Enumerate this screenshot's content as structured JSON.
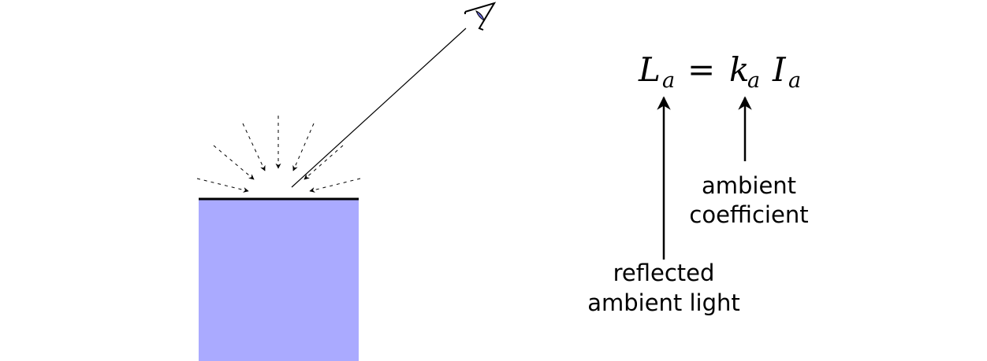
{
  "equation": {
    "lhs": "L",
    "lhs_sub": "a",
    "equals": "=",
    "coef": "k",
    "coef_sub": "a",
    "intensity": "I",
    "intensity_sub": "a"
  },
  "labels": {
    "coef_line1": "ambient",
    "coef_line2": "coefficient",
    "reflected_line1": "reflected",
    "reflected_line2": "ambient light"
  },
  "colors": {
    "surface": "#aaaaff",
    "eye_iris": "#6666dd",
    "ink": "#000000"
  }
}
